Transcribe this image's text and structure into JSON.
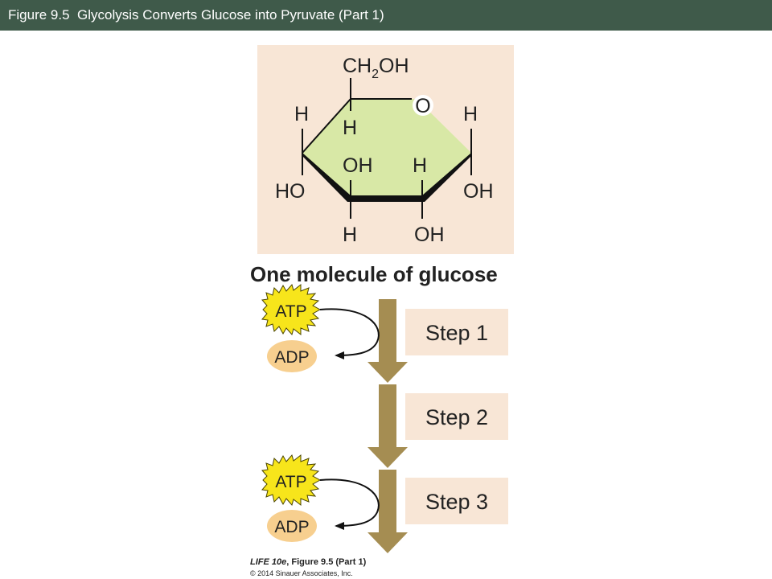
{
  "title": "Figure 9.5  Glycolysis Converts Glucose into Pyruvate (Part 1)",
  "molecule": {
    "top_group_main": "CH",
    "top_group_sub": "2",
    "top_group_tail": "OH",
    "ring_oxygen": "O",
    "c1_h_top": "H",
    "c1_oh": "OH",
    "c2_h": "H",
    "c2_oh": "OH",
    "c3_oh_top": "OH",
    "c3_h_bottom": "H",
    "c4_ho": "HO",
    "c4_h_top": "H",
    "c5_h": "H"
  },
  "molecule_label": "One molecule of glucose",
  "cofactors": {
    "atp": "ATP",
    "adp": "ADP"
  },
  "steps": [
    {
      "label": "Step 1",
      "uses_atp": true
    },
    {
      "label": "Step 2",
      "uses_atp": false
    },
    {
      "label": "Step 3",
      "uses_atp": true
    }
  ],
  "caption": {
    "book": "LIFE 10e",
    "figure": ", Figure 9.5 (Part 1)",
    "copyright": "© 2014 Sinauer Associates, Inc."
  },
  "colors": {
    "title_bar": "#3f5a4a",
    "panel": "#f8e6d6",
    "ring_fill": "#d8e8a6",
    "arrow": "#a58d52",
    "atp_star": "#f7e51b",
    "adp_oval": "#f7cf8f",
    "step_box": "#f8e6d6"
  }
}
